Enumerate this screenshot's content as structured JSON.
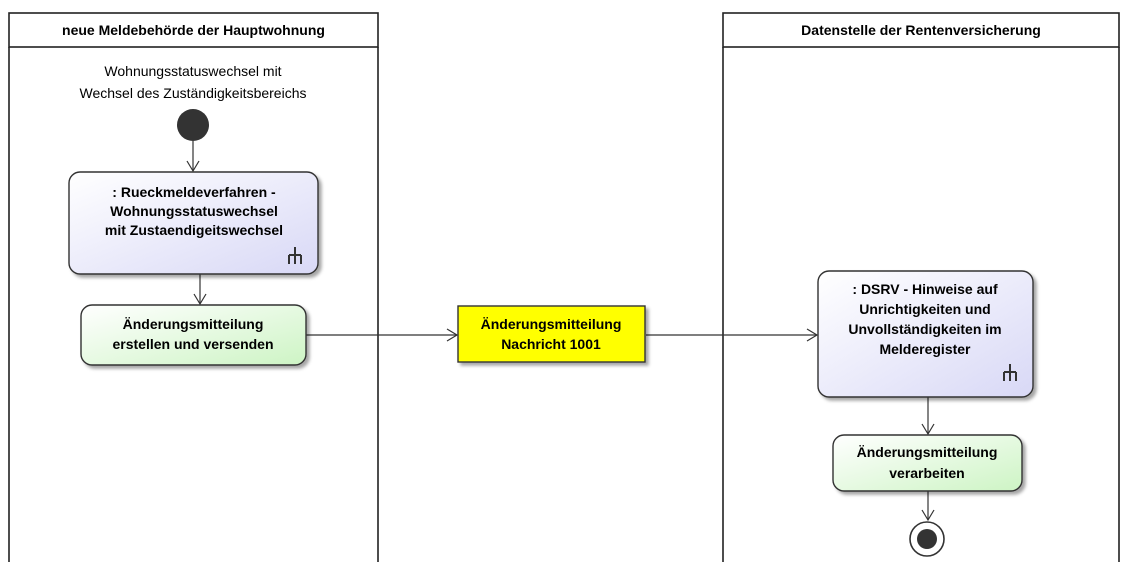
{
  "swimlanes": [
    {
      "title": "neue Meldebehörde der Hauptwohnung"
    },
    {
      "title": "Datenstelle der Rentenversicherung"
    }
  ],
  "start_label": [
    "Wohnungsstatuswechsel mit",
    "Wechsel des Zuständigkeitsbereichs"
  ],
  "nodes": {
    "call_behavior_1": {
      "lines": [
        ": Rueckmeldeverfahren -",
        "Wohnungsstatuswechsel",
        "mit Zustaendigeitswechsel"
      ]
    },
    "action_create_send": {
      "lines": [
        "Änderungsmitteilung",
        "erstellen und versenden"
      ]
    },
    "object_message": {
      "lines": [
        "Änderungsmitteilung",
        "Nachricht 1001"
      ]
    },
    "call_behavior_2": {
      "lines": [
        ": DSRV - Hinweise auf",
        "Unrichtigkeiten und",
        "Unvollständigkeiten im",
        "Melderegister"
      ]
    },
    "action_process": {
      "lines": [
        "Änderungsmitteilung",
        "verarbeiten"
      ]
    }
  },
  "colors": {
    "lane_border": "#222222",
    "call_behavior_fill": "#e6e6fb",
    "action_fill": "#e2f8de",
    "object_fill": "#ffff00",
    "start_node": "#333333"
  }
}
